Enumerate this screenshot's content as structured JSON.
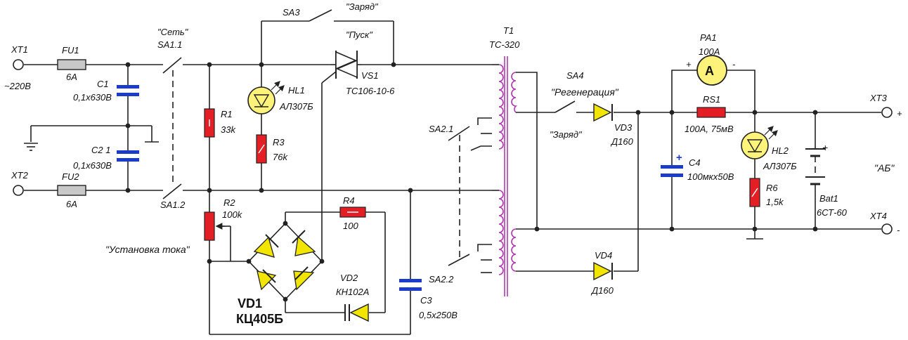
{
  "colors": {
    "wire": "#222222",
    "resistor": "#e31e24",
    "capacitor": "#1a3cc8",
    "fuse": "#c8c8c8",
    "diode": "#f2e600",
    "led": "#fdf27a",
    "transformer": "#b03ab0"
  },
  "labels": {
    "xt1": "XT1",
    "xt1_volt": "~220В",
    "xt2": "XT2",
    "xt3": "XT3",
    "xt3_sign": "+",
    "xt4": "XT4",
    "xt4_sign": "-",
    "fu1": "FU1",
    "fu1_val": "6A",
    "fu2": "FU2",
    "fu2_val": "6A",
    "c1": "C1",
    "c1_val": "0,1x630В",
    "c2": "C2 1",
    "c2_val": "0,1x630В",
    "set": "\"Сеть\"",
    "sa1_1": "SA1.1",
    "sa1_2": "SA1.2",
    "r1": "R1",
    "r1_val": "33k",
    "r2": "R2",
    "r2_val": "100k",
    "ustanovka": "\"Установка тока\"",
    "hl1": "HL1",
    "hl1_val": "АЛ307Б",
    "r3": "R3",
    "r3_val": "76k",
    "sa3": "SA3",
    "zaryad_top": "\"Заряд\"",
    "pusk": "\"Пуск\"",
    "vs1": "VS1",
    "vs1_val": "ТС106-10-6",
    "r4": "R4",
    "r4_val": "100",
    "vd1": "VD1",
    "vd1_val": "КЦ405Б",
    "vd2": "VD2",
    "vd2_val": "КН102А",
    "c3": "C3",
    "c3_val": "0,5x250В",
    "t1": "T1",
    "t1_val": "ТС-320",
    "sa2_1": "SA2.1",
    "sa2_2": "SA2.2",
    "sa4": "SA4",
    "regen": "\"Регенерация\"",
    "zaryad_mid": "\"Заряд\"",
    "vd3": "VD3",
    "vd3_val": "Д160",
    "vd4": "VD4",
    "vd4_val": "Д160",
    "pa1": "PA1",
    "pa1_val": "100A",
    "ammeter_letter": "A",
    "plus": "+",
    "minus": "-",
    "rs1": "RS1",
    "rs1_val": "100A, 75мВ",
    "c4": "C4",
    "c4_val": "100мкх50В",
    "hl2": "HL2",
    "hl2_val": "АЛ307Б",
    "r6": "R6",
    "r6_val": "1,5k",
    "ab": "\"АБ\"",
    "bat1": "Bat1",
    "bat1_val": "6СТ-60"
  }
}
